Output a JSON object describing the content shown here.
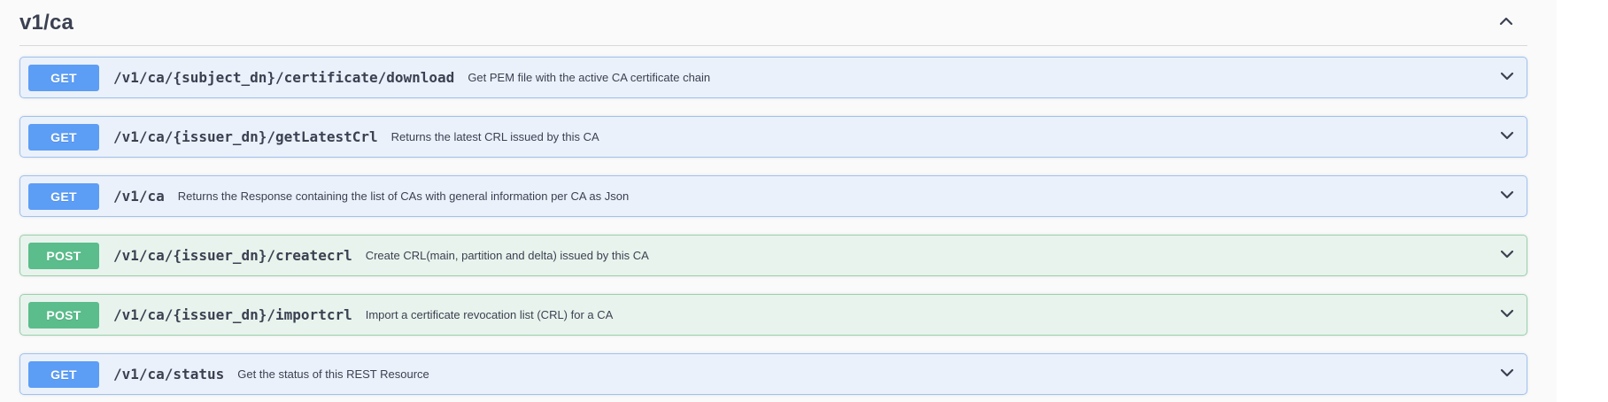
{
  "section": {
    "title": "v1/ca",
    "collapse_icon": "chevron-up",
    "colors": {
      "page_bg": "#fafafa",
      "text": "#3b4151",
      "get": "#5c9df5",
      "get_bg": "#ebf1fb",
      "get_border": "#9ec2f0",
      "post": "#5abd8b",
      "post_bg": "#e9f3ed",
      "post_border": "#98d1ac"
    }
  },
  "endpoints": [
    {
      "method": "GET",
      "path": "/v1/ca/{subject_dn}/certificate/download",
      "description": "Get PEM file with the active CA certificate chain"
    },
    {
      "method": "GET",
      "path": "/v1/ca/{issuer_dn}/getLatestCrl",
      "description": "Returns the latest CRL issued by this CA"
    },
    {
      "method": "GET",
      "path": "/v1/ca",
      "description": "Returns the Response containing the list of CAs with general information per CA as Json"
    },
    {
      "method": "POST",
      "path": "/v1/ca/{issuer_dn}/createcrl",
      "description": "Create CRL(main, partition and delta) issued by this CA"
    },
    {
      "method": "POST",
      "path": "/v1/ca/{issuer_dn}/importcrl",
      "description": "Import a certificate revocation list (CRL) for a CA"
    },
    {
      "method": "GET",
      "path": "/v1/ca/status",
      "description": "Get the status of this REST Resource"
    }
  ]
}
